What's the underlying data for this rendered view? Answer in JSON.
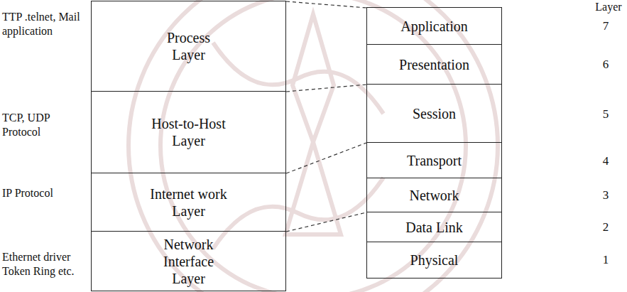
{
  "diagram": {
    "nodes": [
      {
        "text": [
          "Process Layer"
        ]
      },
      {
        "text": [
          "Host-to-Host Layer"
        ]
      },
      {
        "text": [
          "Internet work Layer"
        ]
      },
      {
        "text": [
          "Network Interface Layer"
        ]
      },
      {
        "text": [
          "Application"
        ]
      },
      {
        "text": [
          "Presentation"
        ]
      },
      {
        "text": [
          "Session"
        ]
      },
      {
        "text": [
          "Transport"
        ]
      },
      {
        "text": [
          "Network"
        ]
      },
      {
        "text": [
          "Data Link"
        ]
      },
      {
        "text": [
          "Physical"
        ]
      }
    ],
    "edges": [
      {
        "from": 0,
        "to": 4,
        "arrow": "none"
      },
      {
        "from": 1,
        "to": 6,
        "arrow": "none"
      },
      {
        "from": 2,
        "to": 7,
        "arrow": "none"
      },
      {
        "from": 3,
        "to": 9,
        "arrow": "none"
      }
    ],
    "labels": [
      "TTP .telnet, Mail application",
      "TCP, UDP Protocol",
      "IP Protocol",
      "Ethernet driver Token Ring etc.",
      "Layer",
      "7",
      "6",
      "5",
      "4",
      "3",
      "2",
      "1"
    ]
  }
}
